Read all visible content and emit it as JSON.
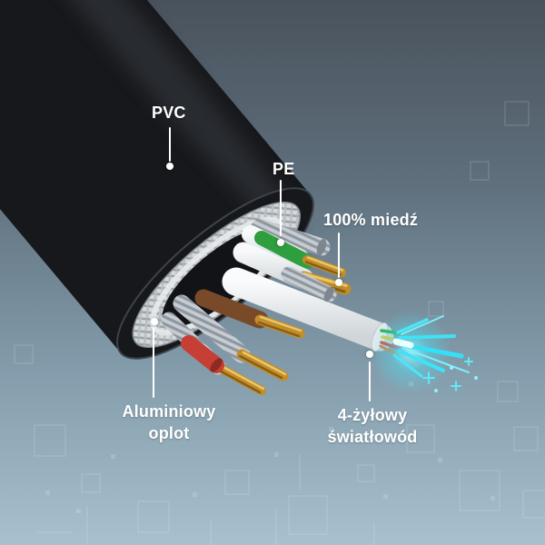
{
  "labels": {
    "pvc": "PVC",
    "pe": "PE",
    "copper": "100% miedź",
    "braid_line1": "Aluminiowy",
    "braid_line2": "oplot",
    "fiber_line1": "4-żyłowy",
    "fiber_line2": "światłowód"
  },
  "colors": {
    "jacket_black": "#17181b",
    "braid_silver": "#d6d9db",
    "foil_gray": "#c6ccd1",
    "copper_gold": "#c28d2b",
    "pe_green": "#2f9e3f",
    "wire_brown": "#794a29",
    "wire_red": "#c63f35",
    "fiber_tube_white": "#f5f7f8",
    "light_cyan": "#3fe2f6",
    "label_text": "#ffffff",
    "background_top": "#49525c",
    "background_bottom": "#a9c1ce"
  }
}
